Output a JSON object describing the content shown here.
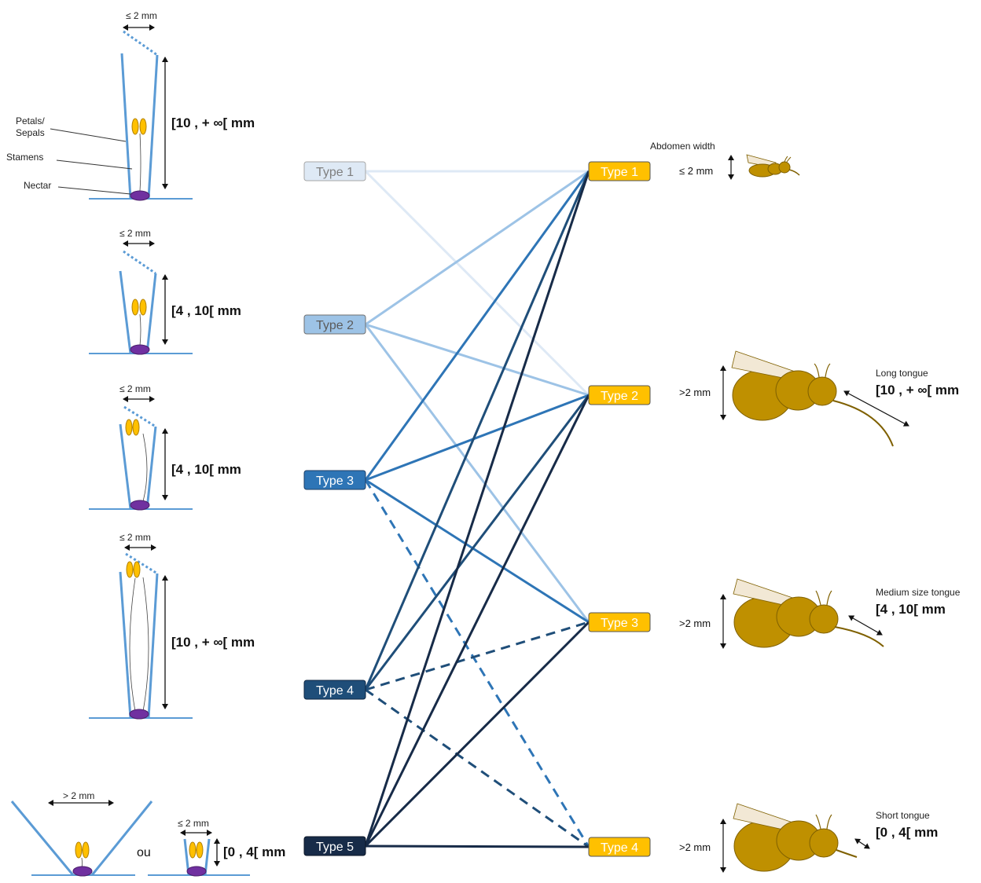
{
  "colors": {
    "flower_stroke": "#5b9bd5",
    "nectar": "#7030a0",
    "anther": "#ffc000",
    "insect_body": "#bf9000",
    "insect_outline": "#7f6000",
    "wing": "#f2e8d5",
    "insect_box": "#ffc000",
    "flower_types": [
      "#dee9f5",
      "#9dc3e6",
      "#2e75b6",
      "#1f4e79",
      "#172b48"
    ],
    "flower_text": [
      "#7f7f7f",
      "#5b5b5b",
      "#ffffff",
      "#ffffff",
      "#ffffff"
    ]
  },
  "flower_labels": {
    "petals": "Petals/\nSepals",
    "stamens": "Stamens",
    "nectar": "Nectar"
  },
  "flower_types": [
    {
      "label": "Type 1",
      "opening": "≤ 2 mm",
      "depth": "[10 , + ∞[ mm"
    },
    {
      "label": "Type 2",
      "opening": "≤ 2 mm",
      "depth": "[4 , 10[ mm"
    },
    {
      "label": "Type 3",
      "opening": "≤ 2 mm",
      "depth": "[4 , 10[ mm"
    },
    {
      "label": "Type 4",
      "opening": "≤ 2 mm",
      "depth": "[10 , + ∞[ mm"
    },
    {
      "label": "Type 5",
      "opening_wide": "> 2 mm",
      "or": "ou",
      "opening": "≤ 2 mm",
      "depth": "[0 , 4[ mm"
    }
  ],
  "insect_types": [
    {
      "label": "Type 1",
      "title": "Abdomen width",
      "width": "≤ 2 mm",
      "tongue_label": "",
      "tongue_range": ""
    },
    {
      "label": "Type 2",
      "width": ">2 mm",
      "tongue_label": "Long tongue",
      "tongue_range": "[10 , + ∞[ mm"
    },
    {
      "label": "Type 3",
      "width": ">2 mm",
      "tongue_label": "Medium size tongue",
      "tongue_range": "[4 , 10[ mm"
    },
    {
      "label": "Type 4",
      "width": ">2 mm",
      "tongue_label": "Short tongue",
      "tongue_range": "[0 , 4[ mm"
    }
  ],
  "links": [
    {
      "flower": 1,
      "insect": 1,
      "style": "solid"
    },
    {
      "flower": 1,
      "insect": 2,
      "style": "solid"
    },
    {
      "flower": 2,
      "insect": 1,
      "style": "solid"
    },
    {
      "flower": 2,
      "insect": 2,
      "style": "solid"
    },
    {
      "flower": 2,
      "insect": 3,
      "style": "solid"
    },
    {
      "flower": 3,
      "insect": 1,
      "style": "solid"
    },
    {
      "flower": 3,
      "insect": 2,
      "style": "solid"
    },
    {
      "flower": 3,
      "insect": 3,
      "style": "solid"
    },
    {
      "flower": 3,
      "insect": 4,
      "style": "dashed"
    },
    {
      "flower": 4,
      "insect": 1,
      "style": "solid"
    },
    {
      "flower": 4,
      "insect": 2,
      "style": "solid"
    },
    {
      "flower": 4,
      "insect": 3,
      "style": "dashed"
    },
    {
      "flower": 4,
      "insect": 4,
      "style": "dashed"
    },
    {
      "flower": 5,
      "insect": 1,
      "style": "solid"
    },
    {
      "flower": 5,
      "insect": 2,
      "style": "solid"
    },
    {
      "flower": 5,
      "insect": 3,
      "style": "solid"
    },
    {
      "flower": 5,
      "insect": 4,
      "style": "solid"
    }
  ]
}
